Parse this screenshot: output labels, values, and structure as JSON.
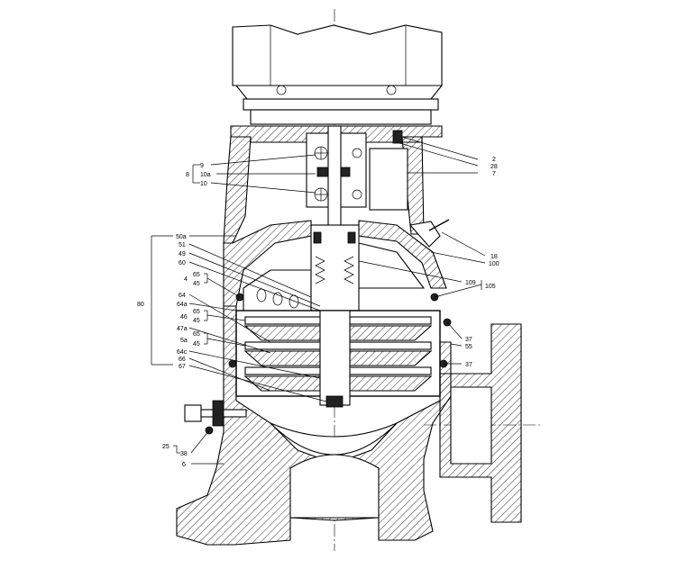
{
  "labels_left": [
    {
      "id": "9",
      "text": "9"
    },
    {
      "id": "8",
      "text": "8"
    },
    {
      "id": "10a",
      "text": "10a"
    },
    {
      "id": "10",
      "text": "10"
    },
    {
      "id": "50a",
      "text": "50a"
    },
    {
      "id": "51",
      "text": "51"
    },
    {
      "id": "49",
      "text": "49"
    },
    {
      "id": "60",
      "text": "60"
    },
    {
      "id": "65a",
      "text": "65"
    },
    {
      "id": "4",
      "text": "4"
    },
    {
      "id": "45a",
      "text": "45"
    },
    {
      "id": "64",
      "text": "64"
    },
    {
      "id": "80",
      "text": "80"
    },
    {
      "id": "64a",
      "text": "64a"
    },
    {
      "id": "65b",
      "text": "65"
    },
    {
      "id": "46",
      "text": "46"
    },
    {
      "id": "45b",
      "text": "45"
    },
    {
      "id": "47a",
      "text": "47a"
    },
    {
      "id": "65c",
      "text": "65"
    },
    {
      "id": "5a",
      "text": "5a"
    },
    {
      "id": "45c",
      "text": "45"
    },
    {
      "id": "64c",
      "text": "64c"
    },
    {
      "id": "66",
      "text": "66"
    },
    {
      "id": "67",
      "text": "67"
    },
    {
      "id": "25",
      "text": "25"
    },
    {
      "id": "38",
      "text": "38"
    },
    {
      "id": "6",
      "text": "6"
    }
  ],
  "labels_right": [
    {
      "id": "2",
      "text": "2"
    },
    {
      "id": "28",
      "text": "28"
    },
    {
      "id": "7",
      "text": "7"
    },
    {
      "id": "18",
      "text": "18"
    },
    {
      "id": "100",
      "text": "100"
    },
    {
      "id": "109",
      "text": "109"
    },
    {
      "id": "105",
      "text": "105"
    },
    {
      "id": "37a",
      "text": "37"
    },
    {
      "id": "55",
      "text": "55"
    },
    {
      "id": "37b",
      "text": "37"
    }
  ]
}
